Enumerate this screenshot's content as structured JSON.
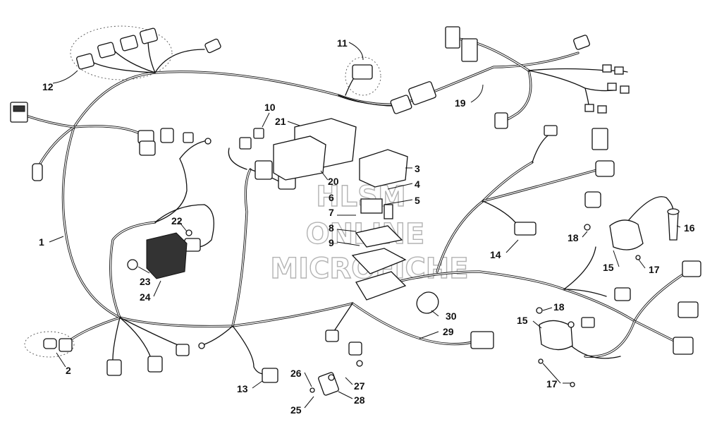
{
  "watermark": {
    "line1": "HLSM",
    "line2": "ONLINE",
    "line3": "MICROFICHE"
  },
  "callouts": {
    "c1": "1",
    "c2": "2",
    "c3": "3",
    "c4": "4",
    "c5": "5",
    "c6": "6",
    "c7": "7",
    "c8": "8",
    "c9": "9",
    "c10": "10",
    "c11": "11",
    "c12": "12",
    "c13": "13",
    "c14": "14",
    "c15a": "15",
    "c15b": "15",
    "c16": "16",
    "c17a": "17",
    "c17b": "17",
    "c18a": "18",
    "c18b": "18",
    "c19": "19",
    "c20": "20",
    "c21": "21",
    "c22": "22",
    "c23": "23",
    "c24": "24",
    "c25": "25",
    "c26": "26",
    "c27": "27",
    "c28": "28",
    "c29": "29",
    "c30": "30"
  }
}
